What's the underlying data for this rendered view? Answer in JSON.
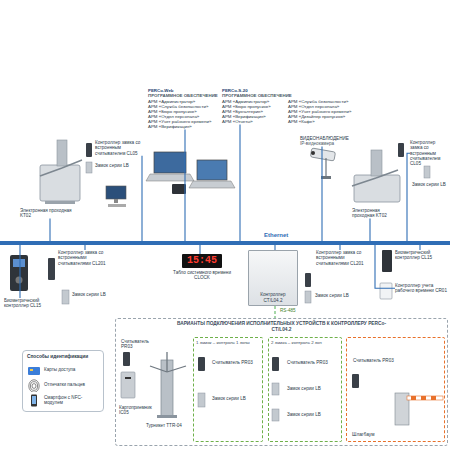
{
  "diagram": {
    "nodes": [
      {
        "text": [
          "Ethernet"
        ]
      },
      {
        "text": [
          "PERCo-Web",
          "ПРОГРАММНОЕ ОБЕСПЕЧЕНИЕ",
          "АРМ «Администратор»",
          "АРМ «Служба безопасности»",
          "АРМ «Бюро пропусков»",
          "АРМ «Отдел персонала»",
          "АРМ «Учет рабочего времени»",
          "АРМ «Верификация»"
        ]
      },
      {
        "text": [
          "PERCo-S-20",
          "ПРОГРАММНОЕ ОБЕСПЕЧЕНИЕ",
          "АРМ «Администратор»",
          "АРМ «Служба безопасности»",
          "АРМ «Бюро пропусков»",
          "АРМ «Отдел персонала»",
          "АРМ «Бухгалтерия»",
          "АРМ «Учет рабочего времени»",
          "АРМ «Верификация»",
          "АРМ «Дизайнер пропусков»",
          "АРМ «Отчеты»",
          "АРМ «Кафе»"
        ]
      },
      {
        "text": [
          "ВИДЕОНАБЛЮДЕНИЕ",
          "IP-видеокамера"
        ]
      },
      {
        "text": [
          "Электронная проходная KT02"
        ]
      },
      {
        "text": [
          "Контроллер замка со встроенным считывателем CL05"
        ]
      },
      {
        "text": [
          "Замок серии LB"
        ]
      },
      {
        "text": [
          "Электронная проходная KT02"
        ]
      },
      {
        "text": [
          "Контроллер замка со встроенным считывателем CL05"
        ]
      },
      {
        "text": [
          "Замок серии LB"
        ]
      },
      {
        "text": [
          "Биометрический контроллер CL15"
        ]
      },
      {
        "text": [
          "Контроллер замка со встроенными считывателями CL201"
        ]
      },
      {
        "text": [
          "Замок серии LB"
        ]
      },
      {
        "text": [
          "15:45",
          "Табло системного времени CLOCK"
        ]
      },
      {
        "text": [
          "Контроллер CT/L04.2"
        ]
      },
      {
        "text": [
          "Контроллер замка со встроенными считывателями CL201"
        ]
      },
      {
        "text": [
          "Замок серии LB"
        ]
      },
      {
        "text": [
          "Биометрический контроллер CL15"
        ]
      },
      {
        "text": [
          "Контроллер учета рабочего времени CR01"
        ]
      },
      {
        "text": [
          "ВАРИАНТЫ ПОДКЛЮЧЕНИЯ ИСПОЛНИТЕЛЬНЫХ УСТРОЙСТВ К КОНТРОЛЛЕРУ PERCo-CT/L04.2"
        ]
      },
      {
        "text": [
          "Считыватель PR03"
        ],
        "in": 19
      },
      {
        "text": [
          "Картоприемник IC05"
        ],
        "in": 19
      },
      {
        "text": [
          "Турникет TTR-04"
        ],
        "in": 19
      },
      {
        "text": [
          "1 замок – контроль 1 зоны"
        ],
        "in": 19
      },
      {
        "text": [
          "Считыватель PR03"
        ],
        "in": 23
      },
      {
        "text": [
          "Замок серии LB"
        ],
        "in": 23
      },
      {
        "text": [
          "2 замка – контроль 2 зон"
        ],
        "in": 19
      },
      {
        "text": [
          "Считыватель PR03"
        ],
        "in": 26
      },
      {
        "text": [
          "Замок серии LB"
        ],
        "in": 26
      },
      {
        "text": [
          "Замок серии LB"
        ],
        "in": 26
      },
      {
        "text": [
          "Шлагбаум"
        ],
        "in": 19
      },
      {
        "text": [
          "Считыватель PR03"
        ],
        "in": 30
      },
      {
        "text": [
          "Способы идентификации",
          "Карты доступа",
          "Отпечатки пальцев",
          "Смартфон с NFC-модулем"
        ]
      }
    ],
    "edges": [
      {
        "from": 1,
        "to": 0,
        "arrow": "none"
      },
      {
        "from": 2,
        "to": 0,
        "arrow": "none"
      },
      {
        "from": 3,
        "to": 0,
        "arrow": "none"
      },
      {
        "from": 4,
        "to": 0,
        "arrow": "none"
      },
      {
        "from": 5,
        "to": 0,
        "arrow": "none"
      },
      {
        "from": 7,
        "to": 0,
        "arrow": "none"
      },
      {
        "from": 8,
        "to": 0,
        "arrow": "none"
      },
      {
        "from": 10,
        "to": 0,
        "arrow": "none"
      },
      {
        "from": 11,
        "to": 0,
        "arrow": "none"
      },
      {
        "from": 13,
        "to": 0,
        "arrow": "none"
      },
      {
        "from": 14,
        "to": 0,
        "arrow": "none"
      },
      {
        "from": 15,
        "to": 0,
        "arrow": "none"
      },
      {
        "from": 17,
        "to": 0,
        "arrow": "none"
      },
      {
        "from": 18,
        "to": 0,
        "arrow": "none"
      },
      {
        "from": 14,
        "to": 19,
        "arrow": "none"
      }
    ],
    "labels": [
      "RS-485"
    ]
  }
}
